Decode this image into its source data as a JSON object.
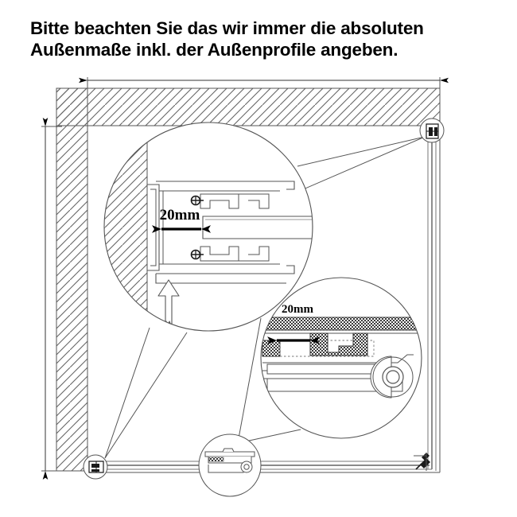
{
  "note": {
    "line1": "Bitte beachten Sie das wir immer die absoluten",
    "line2": "Außenmaße inkl. der Außenprofile angeben."
  },
  "drawing": {
    "title": "shower-enclosure-cross-section",
    "colors": {
      "line": "#1a1a1a",
      "thin_line": "#555555",
      "hatch": "#666666",
      "background": "#ffffff",
      "arrow_fill": "#000000"
    },
    "dimensions": {
      "width_label": "",
      "height_label": "",
      "detail_top_label": "20mm",
      "detail_bottom_label": "20mm"
    },
    "details": [
      {
        "id": "detail-profile-wall",
        "label": "20mm",
        "description": "wall-profile-cross-section"
      },
      {
        "id": "detail-roller-track",
        "label": "20mm",
        "description": "roller-track-cross-section"
      }
    ],
    "markers": [
      {
        "id": "corner-top-right"
      },
      {
        "id": "corner-bottom-left"
      },
      {
        "id": "bottom-center-roller"
      }
    ]
  }
}
